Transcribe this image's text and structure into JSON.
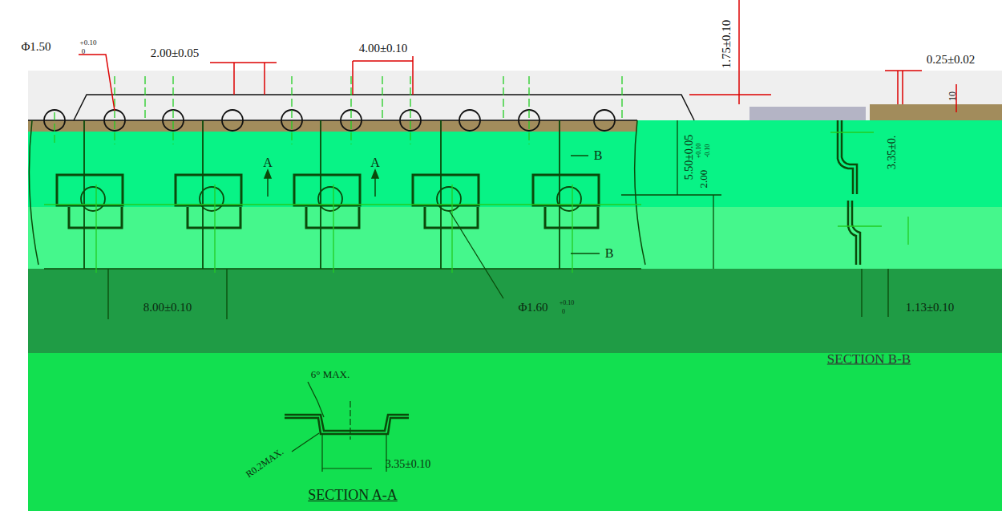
{
  "diagram": {
    "labels": [
      "Φ1.50",
      "+0.10",
      "0",
      "2.00±0.05",
      "4.00±0.10",
      "1.75±0.10",
      "0.25±0.02",
      "10",
      "5.50±0.05",
      "2.00",
      "+0.10",
      "-0.10",
      "3.35±0.",
      "A",
      "A",
      "B",
      "B",
      "8.00±0.10",
      "Φ1.60",
      "+0.10",
      "0",
      "1.13±0.10",
      "SECTION B-B",
      "6° MAX.",
      "R0.2MAX.",
      "3.35±0.10",
      "SECTION A-A"
    ]
  }
}
